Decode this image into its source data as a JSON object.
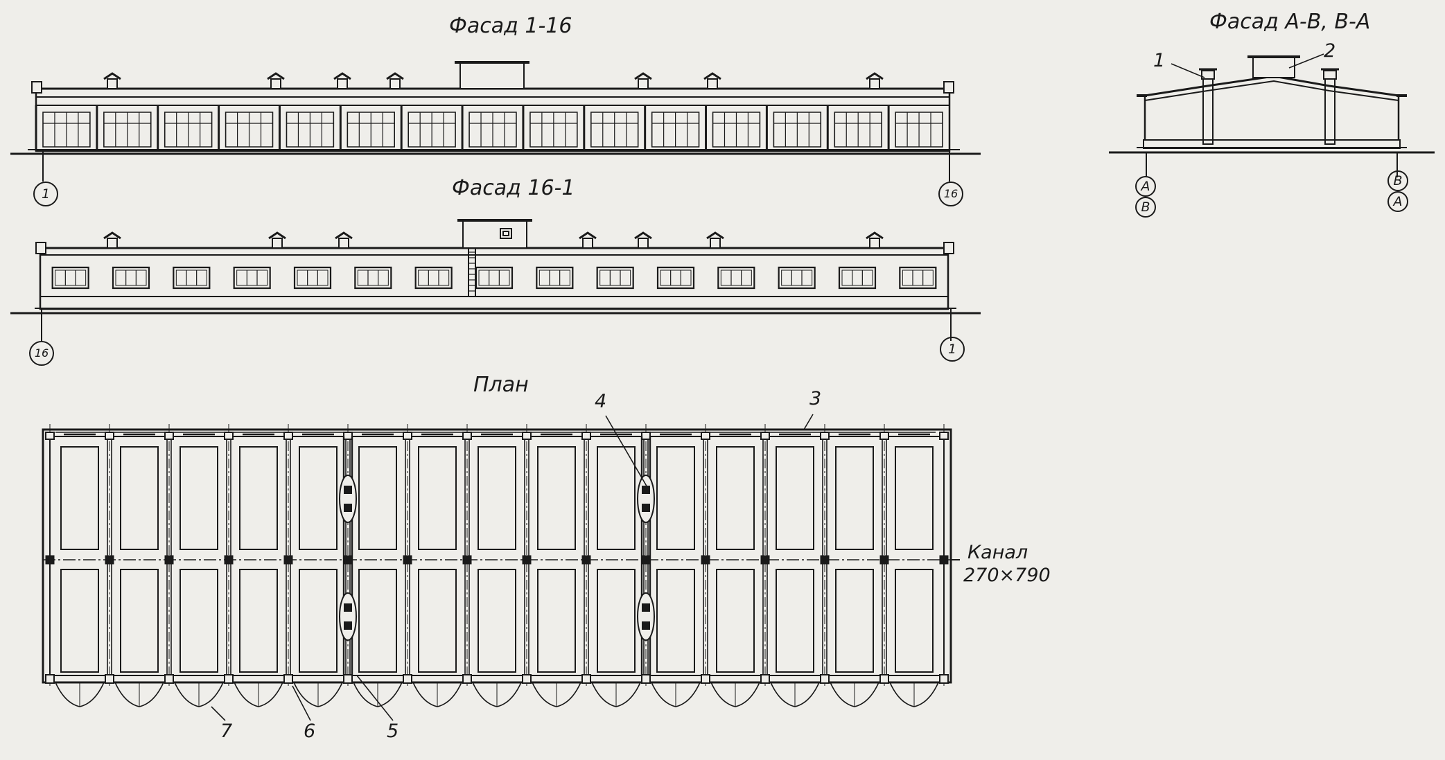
{
  "titles": {
    "facade_1_16": "Фасад 1-16",
    "facade_16_1": "Фасад 16-1",
    "facade_ab": "Фасад А-В, В-А",
    "plan": "План"
  },
  "axis_labels": {
    "f1_left": "1",
    "f1_right": "16",
    "f2_left": "16",
    "f2_right": "1",
    "side_left_top": "А",
    "side_left_bottom": "В",
    "side_right_top": "В",
    "side_right_bottom": "А"
  },
  "callouts": [
    "1",
    "2",
    "3",
    "4",
    "5",
    "6",
    "7"
  ],
  "channel": {
    "label": "Канал",
    "size": "270×790"
  },
  "colors": {
    "ink": "#1a1a1a",
    "paper": "#efeeea"
  }
}
